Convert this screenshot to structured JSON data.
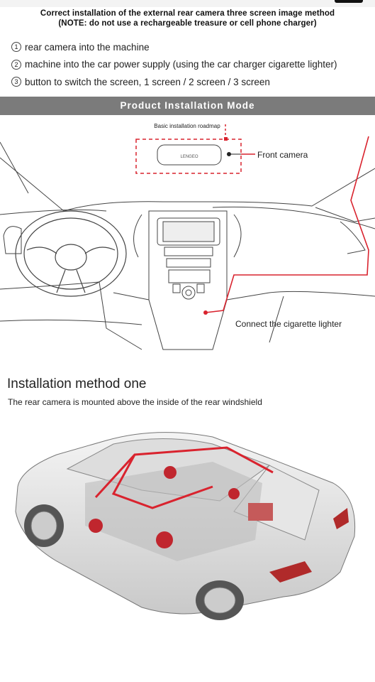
{
  "header": {
    "title_line1": "Correct installation of the external rear camera three screen image method",
    "title_line2": "(NOTE: do not use a rechargeable treasure or cell phone charger)"
  },
  "steps": [
    {
      "num": "1",
      "text": "rear camera into the machine"
    },
    {
      "num": "2",
      "text": "machine into the car power supply (using the car charger cigarette lighter)"
    },
    {
      "num": "3",
      "text": "button to switch the screen, 1 screen / 2 screen / 3 screen"
    }
  ],
  "banner": {
    "label": "Product Installation Mode"
  },
  "diagram": {
    "caption": "Basic installation roadmap",
    "mirror_brand": "LENGEO",
    "front_camera_label": "Front camera",
    "cigarette_label": "Connect the cigarette lighter",
    "colors": {
      "wire": "#d9232e",
      "line": "#333333"
    }
  },
  "method": {
    "title": "Installation method one",
    "subtitle": "The rear camera is mounted above the inside of the rear windshield"
  }
}
